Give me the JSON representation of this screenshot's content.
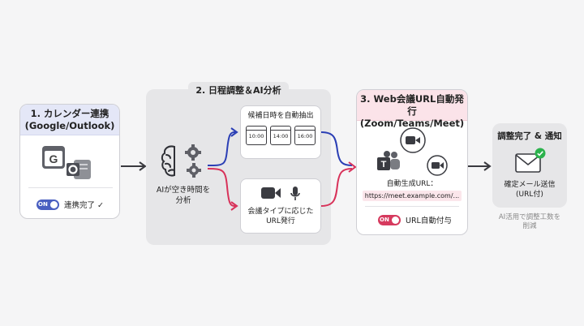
{
  "step1": {
    "title_line1": "1. カレンダー連携",
    "title_line2": "(Google/Outlook)",
    "toggle_label": "ON",
    "status_text": "連携完了 ✓",
    "accent": "#4a5fc1",
    "icons": [
      "google-calendar-icon",
      "outlook-icon"
    ]
  },
  "step2": {
    "title": "2. 日程調整＆AI分析",
    "ai_label_line1": "AIが空き時間を",
    "ai_label_line2": "分析",
    "extract_card": {
      "title": "候補日時を自動抽出",
      "times": [
        "10:00",
        "14:00",
        "16:00"
      ]
    },
    "url_card": {
      "label_line1": "会議タイプに応じた",
      "label_line2": "URL発行"
    },
    "icons": [
      "brain-icon",
      "gear-icon",
      "calendar-icon",
      "video-camera-icon",
      "microphone-icon"
    ]
  },
  "step3": {
    "title_line1": "3. Web会議URL自動発行",
    "title_line2": "(Zoom/Teams/Meet)",
    "generated_label": "自動生成URL：",
    "url_text": "https://meet.example.com/...",
    "toggle_label": "ON",
    "status_text": "URL自動付与",
    "accent": "#d63a5e",
    "icons": [
      "zoom-icon",
      "teams-icon",
      "meet-icon"
    ]
  },
  "step4": {
    "title": "調整完了 & 通知",
    "label_line1": "確定メール送信",
    "label_line2": "(URL付)",
    "footnote_line1": "AI活用で調整工数を",
    "footnote_line2": "削減",
    "icons": [
      "mail-icon",
      "check-icon"
    ]
  },
  "colors": {
    "blue_arrow": "#2b3fb5",
    "red_arrow": "#d8325a",
    "dark_arrow": "#3a3a3f",
    "step1_header_bg": "#e4e7f7",
    "step3_header_bg": "#fbe3e9",
    "group_bg": "#e6e6e8",
    "toggle_blue": "#4a5fc1",
    "toggle_red": "#d63a5e",
    "check_green": "#2bb24c"
  }
}
